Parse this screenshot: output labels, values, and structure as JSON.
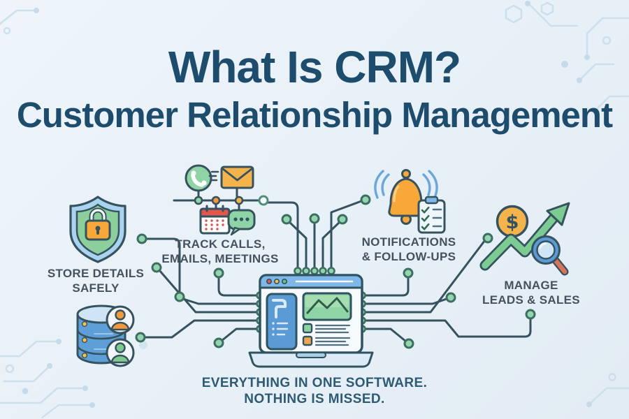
{
  "header": {
    "title": "What Is CRM?",
    "subtitle": "Customer Relationship Management"
  },
  "features": [
    {
      "name": "store-details-safely",
      "line1": "STORE DETAILS",
      "line2": "SAFELY"
    },
    {
      "name": "track-communications",
      "line1": "TRACK CALLS,",
      "line2": "EMAILS, MEETINGS"
    },
    {
      "name": "notifications-follow-ups",
      "line1": "NOTIFICATIONS",
      "line2": "& FOLLOW-UPS"
    },
    {
      "name": "manage-leads-sales",
      "line1": "MANAGE",
      "line2": "LEADS & SALES"
    }
  ],
  "footer": {
    "line1": "EVERYTHING IN ONE SOFTWARE.",
    "line2": "NOTHING IS MISSED."
  },
  "glyphs": {
    "dollar": "$"
  },
  "icons": {
    "shield_lock": "shield-lock-icon",
    "database_contacts": "database-contacts-icon",
    "phone": "phone-icon",
    "email": "email-icon",
    "calendar": "calendar-icon",
    "chat": "chat-icon",
    "bell": "bell-icon",
    "checklist": "checklist-icon",
    "dollar_coin": "dollar-coin-icon",
    "growth_arrow": "growth-arrow-icon",
    "magnifier": "magnifier-icon",
    "laptop_crm": "laptop-crm-software-icon"
  },
  "colors": {
    "background": "#e9f1f8",
    "title_text": "#1d4c6c",
    "label_text": "#44525e",
    "footer_text": "#2e5a73",
    "circuit_stroke": "#35525e",
    "node_green": "#93d5ae",
    "accent_orange": "#f7a839",
    "accent_yellow": "#f5b34c",
    "accent_blue": "#5b9bd5",
    "accent_light_blue": "#7fb8e8",
    "accent_green": "#8fd4a4",
    "accent_red": "#e2574c",
    "decor_trace": "#cbdeeb"
  }
}
